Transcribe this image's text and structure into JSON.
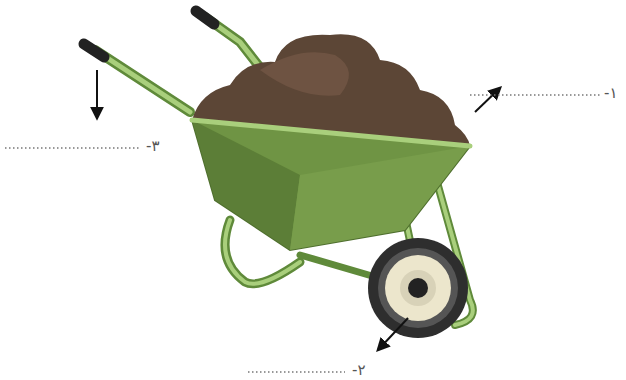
{
  "diagram": {
    "labels": [
      "۱-",
      "۲-",
      "۳-"
    ]
  }
}
